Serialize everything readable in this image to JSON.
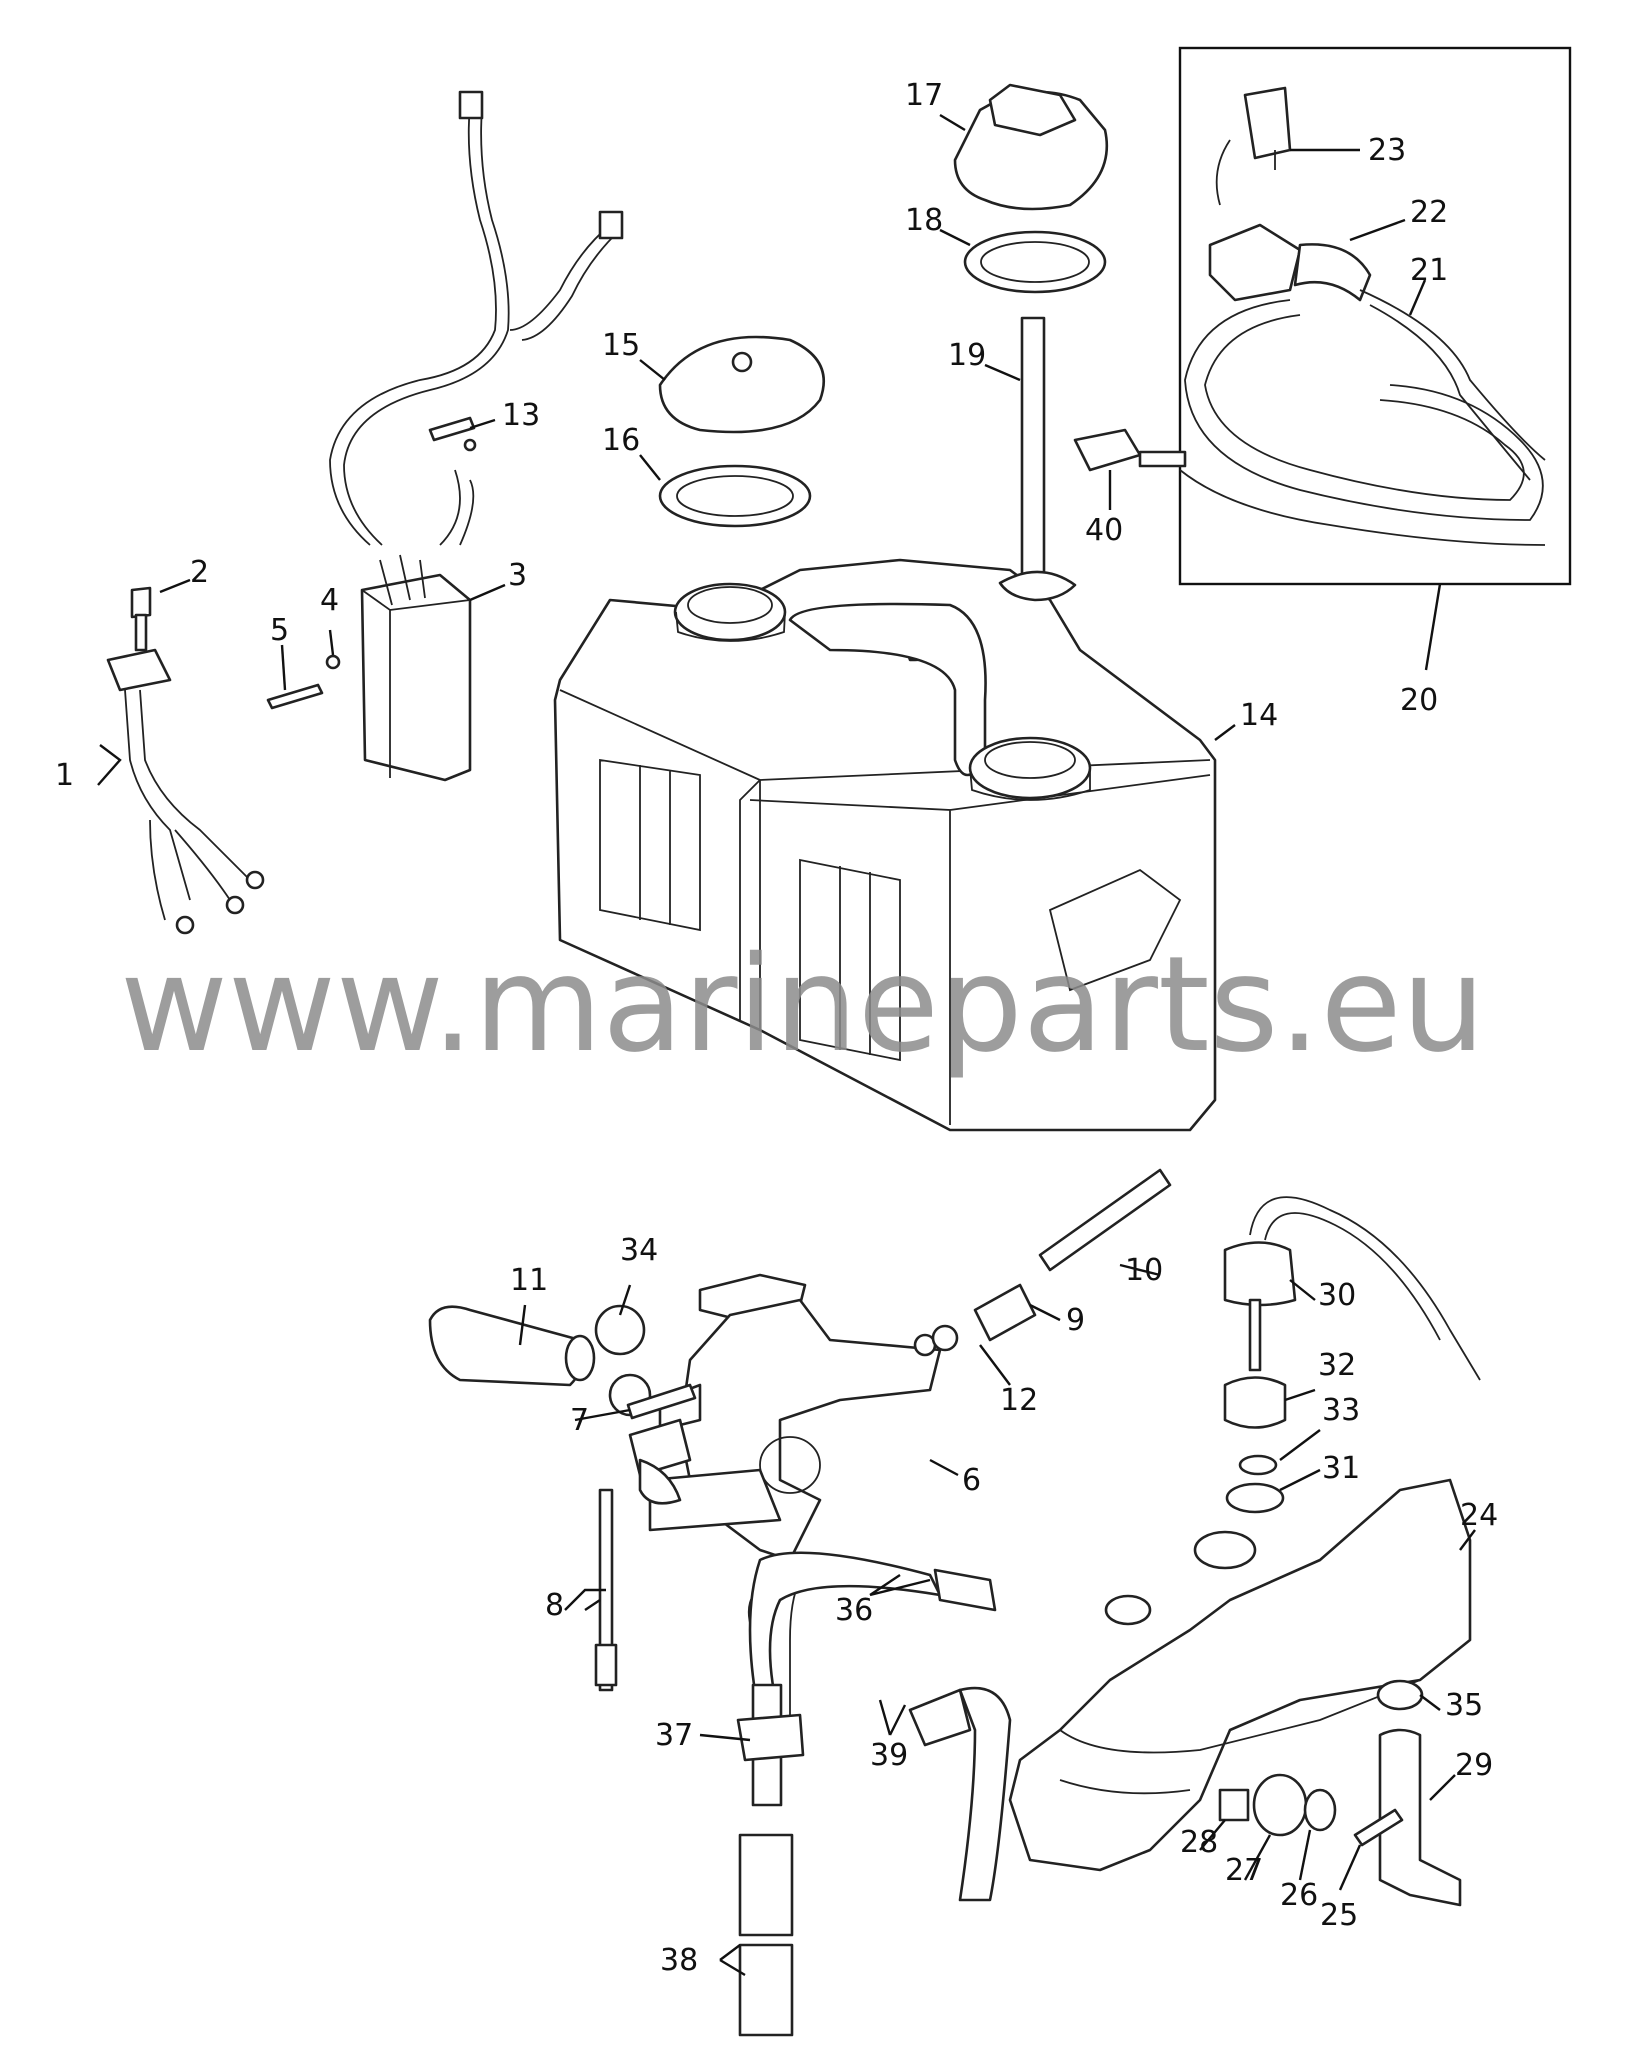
{
  "watermark": "www.marineparts.eu",
  "callouts": [
    "1",
    "2",
    "3",
    "4",
    "5",
    "6",
    "7",
    "8",
    "9",
    "10",
    "11",
    "12",
    "13",
    "14",
    "15",
    "16",
    "17",
    "18",
    "19",
    "20",
    "21",
    "22",
    "23",
    "24",
    "25",
    "26",
    "27",
    "28",
    "29",
    "30",
    "31",
    "32",
    "33",
    "34",
    "35",
    "36",
    "37",
    "38",
    "39",
    "40"
  ]
}
